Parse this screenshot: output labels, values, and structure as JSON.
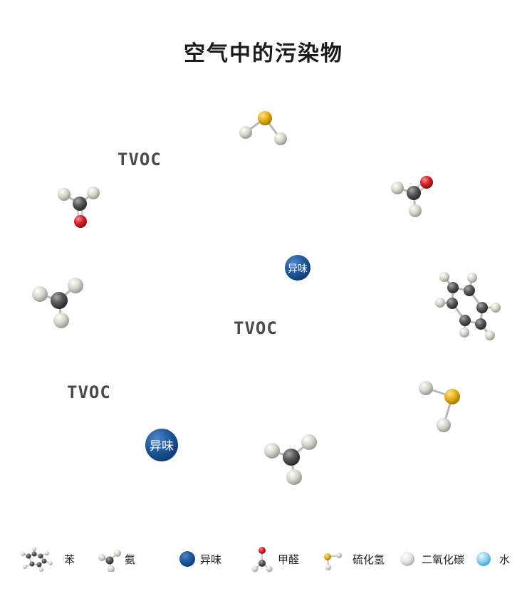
{
  "title": "空气中的污染物",
  "labels": {
    "tvoc": "TVOC",
    "odor": "异味"
  },
  "legend": [
    {
      "label": "苯",
      "icon": "benzene-icon"
    },
    {
      "label": "氨",
      "icon": "ammonia-icon"
    },
    {
      "label": "异味",
      "icon": "odor-icon"
    },
    {
      "label": "甲醛",
      "icon": "formaldehyde-icon"
    },
    {
      "label": "硫化氢",
      "icon": "hydrogen-sulfide-icon"
    },
    {
      "label": "二氧化碳",
      "icon": "carbon-dioxide-icon"
    },
    {
      "label": "水",
      "icon": "water-icon"
    }
  ],
  "colors": {
    "title": "#1a1a1a",
    "tvoc": "#4a4a4a",
    "odor_blue": "#1f5a9f",
    "sulfur_yellow": "#e9b320",
    "oxygen_red": "#d9262c",
    "carbon_gray": "#5a5a5a",
    "hydrogen_white": "#e0e0d8",
    "water_blue": "#8fd3f0"
  }
}
